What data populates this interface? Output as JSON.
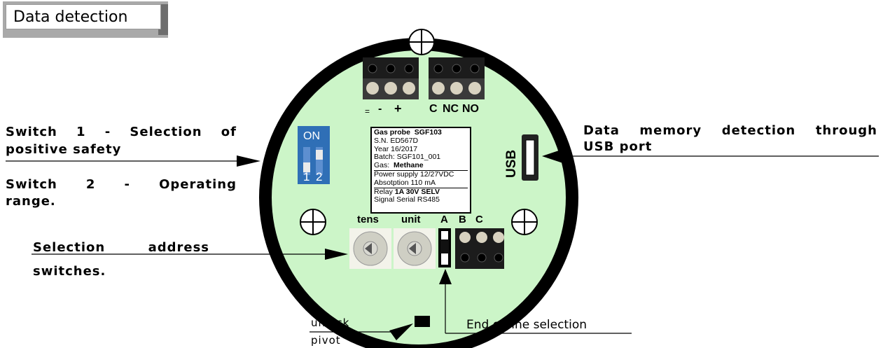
{
  "title": "Data detection",
  "callouts": {
    "switch1": [
      "Switch 1 - Selection of",
      "positive safety"
    ],
    "switch2": [
      "Switch 2 - Operating",
      "range."
    ],
    "address": [
      "Selection address",
      "switches."
    ],
    "usb": [
      "Data memory detection  through",
      "USB port"
    ],
    "end_of_line": "End of line selection",
    "unlock": "unlock",
    "pivot": "pivot"
  },
  "terminal_labels": {
    "power": [
      "=",
      "-",
      "+"
    ],
    "relay": [
      "C",
      "NC",
      "NO"
    ],
    "bus": [
      "A",
      "B",
      "C"
    ]
  },
  "switch_labels": {
    "tens": "tens",
    "unit": "unit",
    "usb": "USB"
  },
  "dip": {
    "on": "ON",
    "num1": "1",
    "num2": "2"
  },
  "nameplate": {
    "line1_a": "Gas probe",
    "line1_b": "SGF103",
    "sn": "S.N. ED567D",
    "year": "Year 16/2017",
    "batch": "Batch: SGF101_001",
    "gas_label": "Gas:",
    "gas_value": "Methane",
    "power": "Power supply 12/27VDC",
    "absorption": "Absotption 110 mA",
    "relay_label": "Relay",
    "relay_value": "1A 30V SELV",
    "signal": "Signal  Serial  RS485"
  },
  "colors": {
    "board": "#ccf5c8",
    "housing": "#000000",
    "dip_switch": "#2f6fb6"
  }
}
